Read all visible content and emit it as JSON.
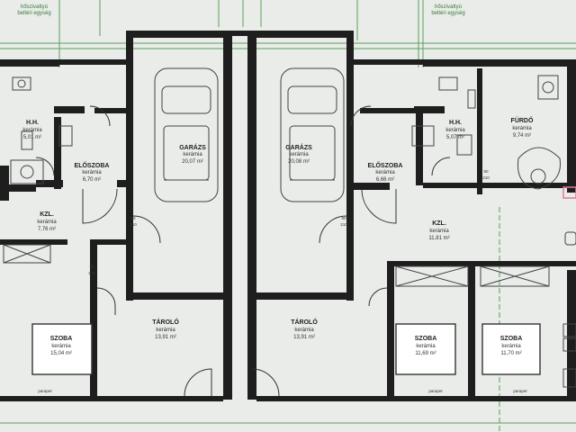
{
  "rooms": {
    "garage_left": {
      "name": "GARÁZS",
      "floor": "kerámia",
      "area": "20,07 m²"
    },
    "garage_right": {
      "name": "GARÁZS",
      "floor": "kerámia",
      "area": "20,08 m²"
    },
    "hall_left": {
      "name": "ELŐSZOBA",
      "floor": "kerámia",
      "area": "6,70 m²"
    },
    "hall_right": {
      "name": "ELŐSZOBA",
      "floor": "kerámia",
      "area": "6,66 m²"
    },
    "wc_left": {
      "name": "H.H.",
      "floor": "kerámia",
      "area": "5,01 m²"
    },
    "wc_right": {
      "name": "H.H.",
      "floor": "kerámia",
      "area": "5,07 m²"
    },
    "bath_right": {
      "name": "FÜRDŐ",
      "floor": "kerámia",
      "area": "9,74 m²"
    },
    "kitchen_left": {
      "name": "KZL.",
      "floor": "kerámia",
      "area": "7,76 m²"
    },
    "kitchen_right": {
      "name": "KZL.",
      "floor": "kerámia",
      "area": "11,81 m²"
    },
    "storage_left": {
      "name": "TÁROLÓ",
      "floor": "kerámia",
      "area": "13,91 m²"
    },
    "storage_right": {
      "name": "TÁROLÓ",
      "floor": "kerámia",
      "area": "13,91 m²"
    },
    "room_left": {
      "name": "SZOBA",
      "floor": "kerámia",
      "area": "15,04 m²"
    },
    "room_right_1": {
      "name": "SZOBA",
      "floor": "kerámia",
      "area": "11,69 m²"
    },
    "room_right_2": {
      "name": "SZOBA",
      "floor": "kerámia",
      "area": "11,70 m²"
    }
  },
  "annotations": {
    "heat_unit_label_left_1": "hőszivattyú",
    "heat_unit_label_left_2": "beltéri egység",
    "heat_unit_label_right_1": "hőszivattyú",
    "heat_unit_label_right_2": "beltéri egység",
    "door_tags": [
      "90",
      "210",
      "90",
      "210",
      "90",
      "210",
      "90",
      "210"
    ],
    "parapet_tags": [
      "parapet",
      "parapet",
      "parapet"
    ]
  },
  "colors": {
    "background": "#e9ece9",
    "walls": "#1e1e1e",
    "annotation_green": "#5aa05a",
    "pink_marker": "#e07aa0"
  }
}
